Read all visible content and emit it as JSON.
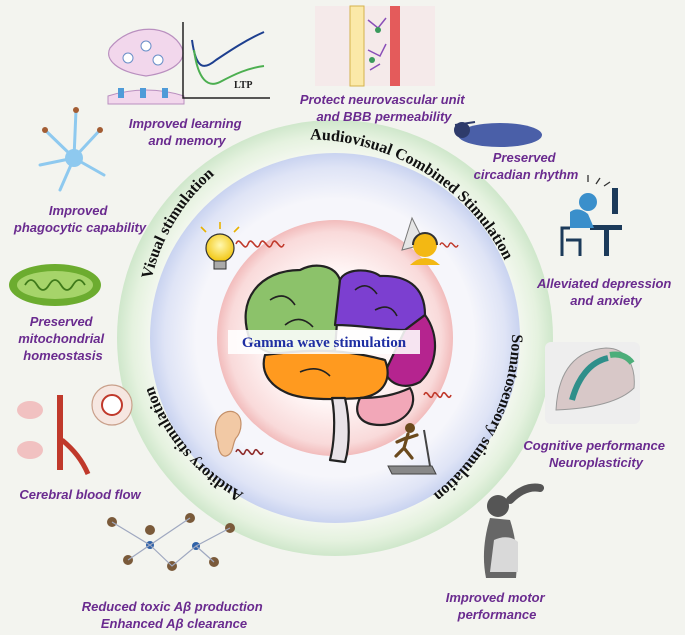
{
  "center": {
    "title": "Gamma wave stimulation"
  },
  "rings": {
    "visual": "Visual stimulation",
    "audiovisual": "Audiovisual Combined Stimulation",
    "somatosensory": "Somatosensory stimulation",
    "auditory": "Auditory stimulation"
  },
  "outcomes": {
    "learning": [
      "Improved learning",
      "and memory"
    ],
    "neurovascular": [
      "Protect neurovascular unit",
      "and BBB permeability"
    ],
    "circadian": [
      "Preserved",
      "circadian rhythm"
    ],
    "depression": [
      "Alleviated depression",
      "and anxiety"
    ],
    "cognitive": [
      "Cognitive performance",
      "Neuroplasticity"
    ],
    "motor": [
      "Improved motor",
      "performance"
    ],
    "abeta": [
      "Reduced toxic Aβ production",
      "Enhanced Aβ clearance"
    ],
    "blood_flow": [
      "Cerebral blood flow"
    ],
    "mitochondrial": [
      "Preserved",
      "mitochondrial",
      "homeostasis"
    ],
    "phagocytic": [
      "Improved",
      "phagocytic capability"
    ]
  },
  "ltp_label": "LTP",
  "colors": {
    "outer_ring": "#dff0de",
    "blue_ring": "#d9e0f5",
    "inner_disc": "#f8e1e1",
    "label_purple": "#6a2b8f",
    "center_text": "#1f2fa3"
  }
}
